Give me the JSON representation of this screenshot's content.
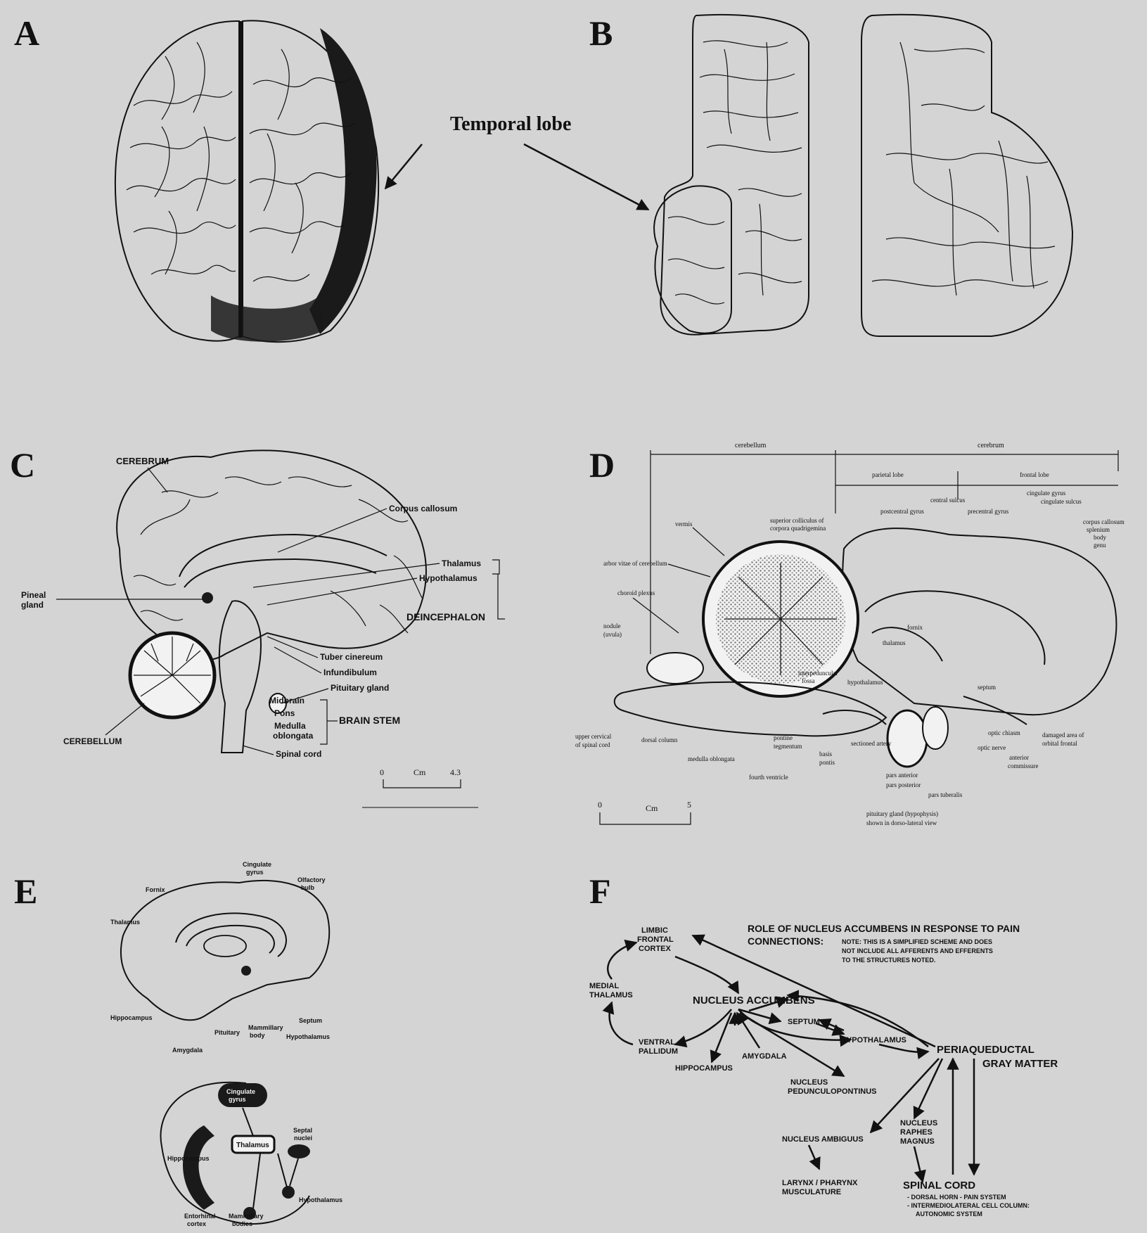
{
  "panels": {
    "a": {
      "letter": "A"
    },
    "b": {
      "letter": "B"
    },
    "c": {
      "letter": "C"
    },
    "d": {
      "letter": "D"
    },
    "e": {
      "letter": "E"
    },
    "f": {
      "letter": "F"
    }
  },
  "ab_label": "Temporal lobe",
  "c": {
    "cerebrum": "CEREBRUM",
    "corpus_callosum": "Corpus callosum",
    "thalamus": "Thalamus",
    "hypothalamus": "Hypothalamus",
    "pineal_1": "Pineal",
    "pineal_2": "gland",
    "deincephalon": "DEINCEPHALON",
    "tuber": "Tuber cinereum",
    "infundibulum": "Infundibulum",
    "pituitary": "Pituitary gland",
    "midbrain": "Midbrain",
    "pons": "Pons",
    "medulla_1": "Medulla",
    "medulla_2": "oblongata",
    "brain_stem": "BRAIN STEM",
    "cerebellum": "CEREBELLUM",
    "spinal": "Spinal cord",
    "scale_0": "0",
    "scale_unit": "Cm",
    "scale_max": "4.3"
  },
  "d": {
    "cerebellum": "cerebellum",
    "cerebrum": "cerebrum",
    "parietal": "parietal lobe",
    "frontal": "frontal lobe",
    "central_sulcus": "central sulcus",
    "cingulate_gyrus": "cingulate gyrus",
    "cingulate_sulcus": "cingulate sulcus",
    "vermis": "vermis",
    "superior_1": "superior colliculus of",
    "superior_2": "corpora quadrigemina",
    "postcentral": "postcentral gyrus",
    "precentral": "precentral gyrus",
    "cc_1": "corpus callosum",
    "cc_2": "splenium",
    "cc_3": "body",
    "cc_4": "genu",
    "arbor": "arbor vitae of cerebellum",
    "choroid": "choroid plexus",
    "nodule_1": "nodule",
    "nodule_2": "(uvula)",
    "fornix": "fornix",
    "thalamus": "thalamus",
    "interpeduncular_1": "interpeduncular",
    "interpeduncular_2": "fossa",
    "hypothalamus": "hypothalamus",
    "septum": "septum",
    "upper_cervical_1": "upper cervical",
    "upper_cervical_2": "of spinal cord",
    "dorsal_column": "dorsal column",
    "medulla": "medulla oblongata",
    "pontine_1": "pontine",
    "pontine_2": "tegmentum",
    "basis_1": "basis",
    "basis_2": "pontis",
    "fourth": "fourth ventricle",
    "sectioned": "sectioned artery",
    "optic_chiasm": "optic chiasm",
    "optic_nerve": "optic nerve",
    "damaged_1": "damaged area of",
    "damaged_2": "orbital frontal",
    "anterior_1": "anterior",
    "anterior_2": "commissure",
    "pars_anterior": "pars anterior",
    "pars_posterior": "pars posterior",
    "pars_tuberalis": "pars tuberalis",
    "pituitary_1": "pituitary gland (hypophysis)",
    "pituitary_2": "shown in dorso-lateral view",
    "scale_0": "0",
    "scale_unit": "Cm",
    "scale_max": "5"
  },
  "e": {
    "cingulate_1": "Cingulate",
    "cingulate_2": "gyrus",
    "olfactory_1": "Olfactory",
    "olfactory_2": "bulb",
    "fornix": "Fornix",
    "thalamus": "Thalamus",
    "hippocampus": "Hippocampus",
    "pituitary": "Pituitary",
    "mammillary_1": "Mammillary",
    "mammillary_2": "body",
    "septum": "Septum",
    "hypothalamus": "Hypothalamus",
    "amygdala": "Amygdala",
    "sch_cingulate_1": "Cingulate",
    "sch_cingulate_2": "gyrus",
    "sch_septal_1": "Septal",
    "sch_septal_2": "nuclei",
    "sch_hippocampus": "Hippocampus",
    "sch_thalamus": "Thalamus",
    "sch_hypothalamus": "Hypothalamus",
    "sch_entorhinal_1": "Entorhinal",
    "sch_entorhinal_2": "cortex",
    "sch_mammillary_1": "Mammillary",
    "sch_mammillary_2": "bodies"
  },
  "f": {
    "title": "ROLE OF NUCLEUS ACCUMBENS IN RESPONSE TO PAIN",
    "connections": "CONNECTIONS:",
    "note_1": "NOTE: THIS IS A SIMPLIFIED SCHEME AND DOES",
    "note_2": "NOT INCLUDE ALL AFFERENTS AND EFFERENTS",
    "note_3": "TO THE STRUCTURES NOTED.",
    "limbic_1": "LIMBIC",
    "limbic_2": "FRONTAL",
    "limbic_3": "CORTEX",
    "medial_1": "MEDIAL",
    "medial_2": "THALAMUS",
    "nucleus_accumbens": "NUCLEUS ACCUMBENS",
    "septum": "SEPTUM",
    "hypothalamus": "HYPOTHALAMUS",
    "pag_1": "PERIAQUEDUCTAL",
    "pag_2": "GRAY MATTER",
    "ventral_1": "VENTRAL",
    "ventral_2": "PALLIDUM",
    "amygdala": "AMYGDALA",
    "hippocampus": "HIPPOCAMPUS",
    "ppn_1": "NUCLEUS",
    "ppn_2": "PEDUNCULOPONTINUS",
    "raphe_1": "NUCLEUS",
    "raphe_2": "RAPHES",
    "raphe_3": "MAGNUS",
    "ambiguus": "NUCLEUS AMBIGUUS",
    "larynx_1": "LARYNX / PHARYNX",
    "larynx_2": "MUSCULATURE",
    "spinal": "SPINAL CORD",
    "spinal_1": "- DORSAL HORN - PAIN SYSTEM",
    "spinal_2": "- INTERMEDIOLATERAL CELL COLUMN:",
    "spinal_3": "AUTONOMIC SYSTEM"
  }
}
